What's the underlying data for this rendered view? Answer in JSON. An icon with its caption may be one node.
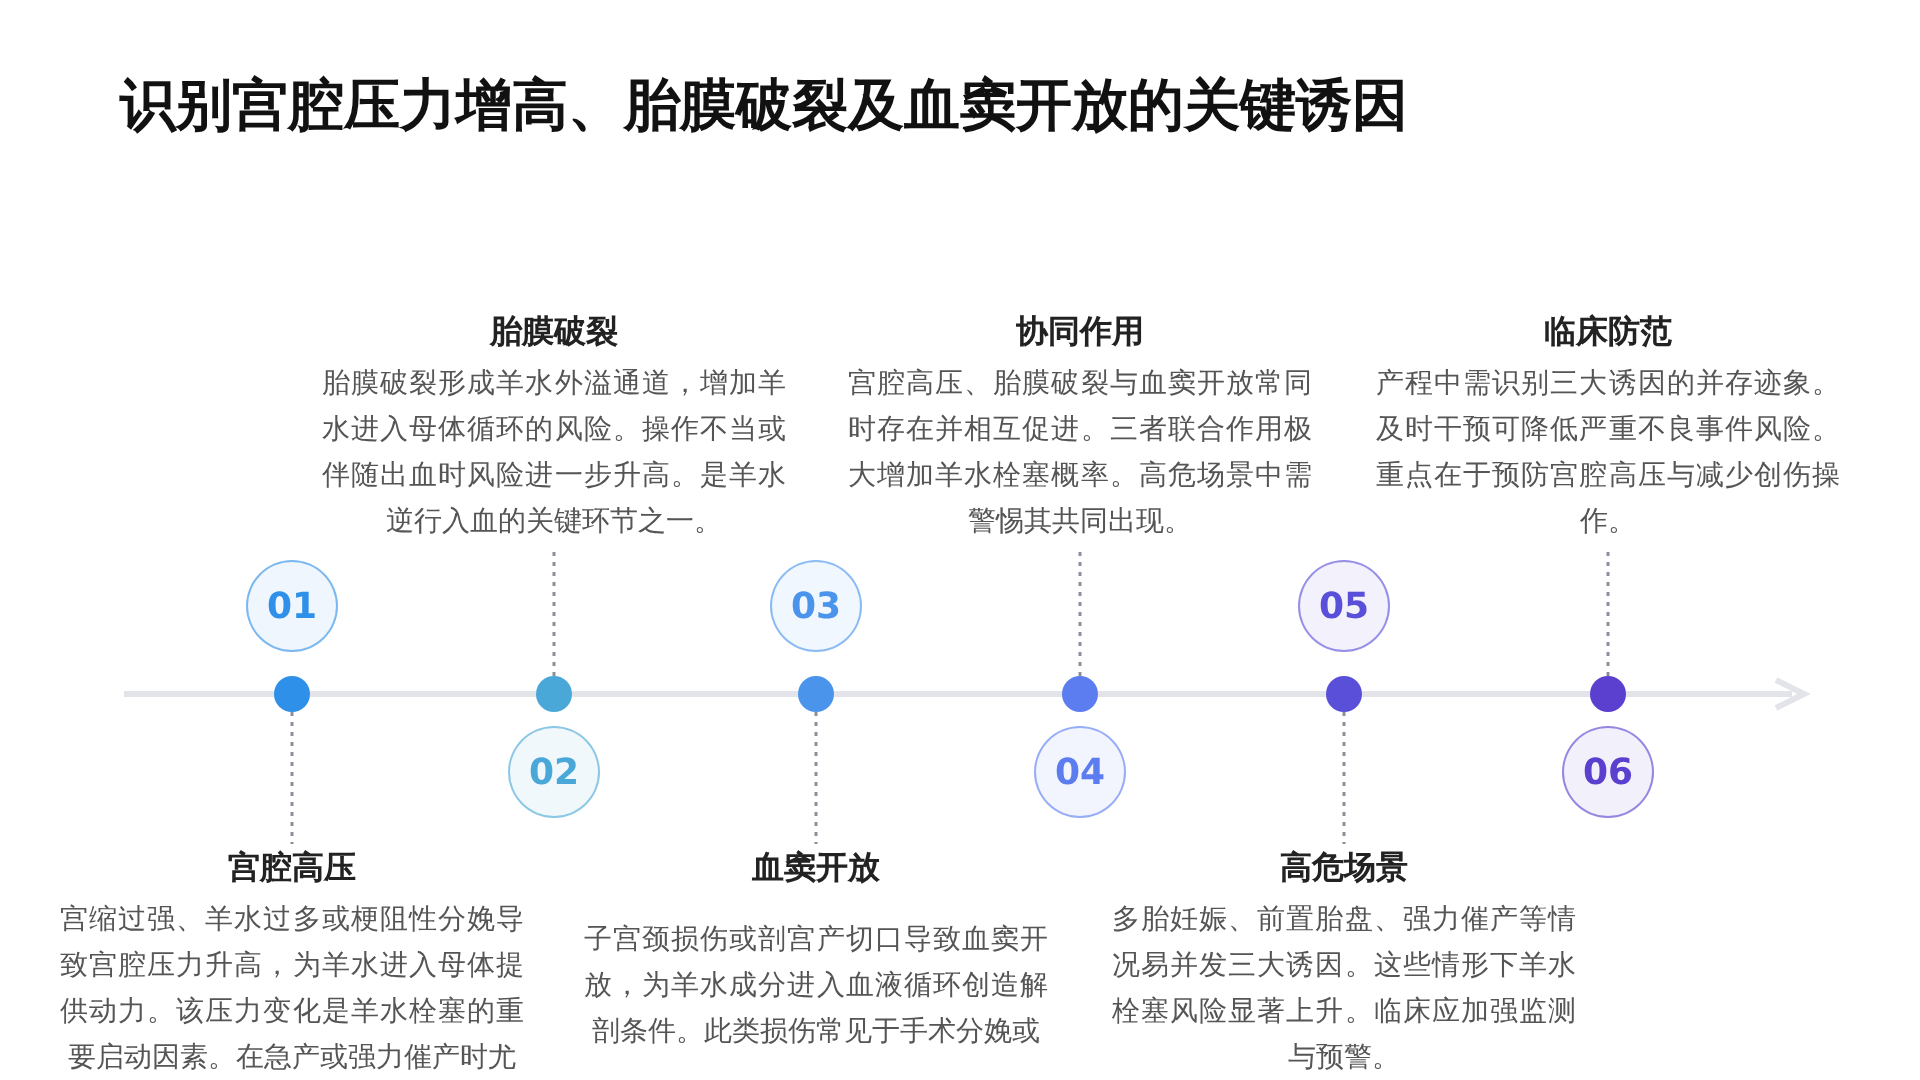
{
  "diagram": {
    "title": "识别宫腔压力增高、胎膜破裂及血窦开放的关键诱因",
    "nodes": [
      {
        "text": [
          "01"
        ]
      },
      {
        "text": [],
        "shape": "circle"
      },
      {
        "text": [
          "宫腔高压",
          "宫缩过强、羊水过多或梗阻性分娩导致宫腔压力升高，为羊水进入母体提供动力。该压力变化是羊水栓塞的重要启动因素。在急产或强力催产时尤"
        ]
      },
      {
        "text": [
          "02"
        ]
      },
      {
        "text": [],
        "shape": "circle"
      },
      {
        "text": [
          "胎膜破裂",
          "胎膜破裂形成羊水外溢通道，增加羊水进入母体循环的风险。操作不当或伴随出血时风险进一步升高。是羊水逆行入血的关键环节之一。"
        ]
      },
      {
        "text": [
          "03"
        ]
      },
      {
        "text": [],
        "shape": "circle"
      },
      {
        "text": [
          "血窦开放",
          "子宫颈损伤或剖宫产切口导致血窦开放，为羊水成分进入血液循环创造解剖条件。此类损伤常见于手术分娩或"
        ]
      },
      {
        "text": [
          "04"
        ]
      },
      {
        "text": [],
        "shape": "circle"
      },
      {
        "text": [
          "协同作用",
          "宫腔高压、胎膜破裂与血窦开放常同时存在并相互促进。三者联合作用极大增加羊水栓塞概率。高危场景中需警惕其共同出现。"
        ]
      },
      {
        "text": [
          "05"
        ]
      },
      {
        "text": [],
        "shape": "circle"
      },
      {
        "text": [
          "高危场景",
          "多胎妊娠、前置胎盘、强力催产等情况易并发三大诱因。这些情形下羊水栓塞风险显著上升。临床应加强监测与预警。"
        ]
      },
      {
        "text": [
          "06"
        ]
      },
      {
        "text": [],
        "shape": "circle"
      },
      {
        "text": [
          "临床防范",
          "产程中需识别三大诱因的并存迹象。及时干预可降低严重不良事件风险。重点在于预防宫腔高压与减少创伤操作。"
        ]
      }
    ],
    "edges": [
      {
        "from": 1,
        "to": 2,
        "arrow": "none",
        "style": "dashed"
      },
      {
        "from": 4,
        "to": 5,
        "arrow": "none",
        "style": "dashed"
      },
      {
        "from": 7,
        "to": 8,
        "arrow": "none",
        "style": "dashed"
      },
      {
        "from": 10,
        "to": 11,
        "arrow": "none",
        "style": "dashed"
      },
      {
        "from": 13,
        "to": 14,
        "arrow": "none",
        "style": "dashed"
      },
      {
        "from": 16,
        "to": 17,
        "arrow": "none",
        "style": "dashed"
      }
    ]
  }
}
